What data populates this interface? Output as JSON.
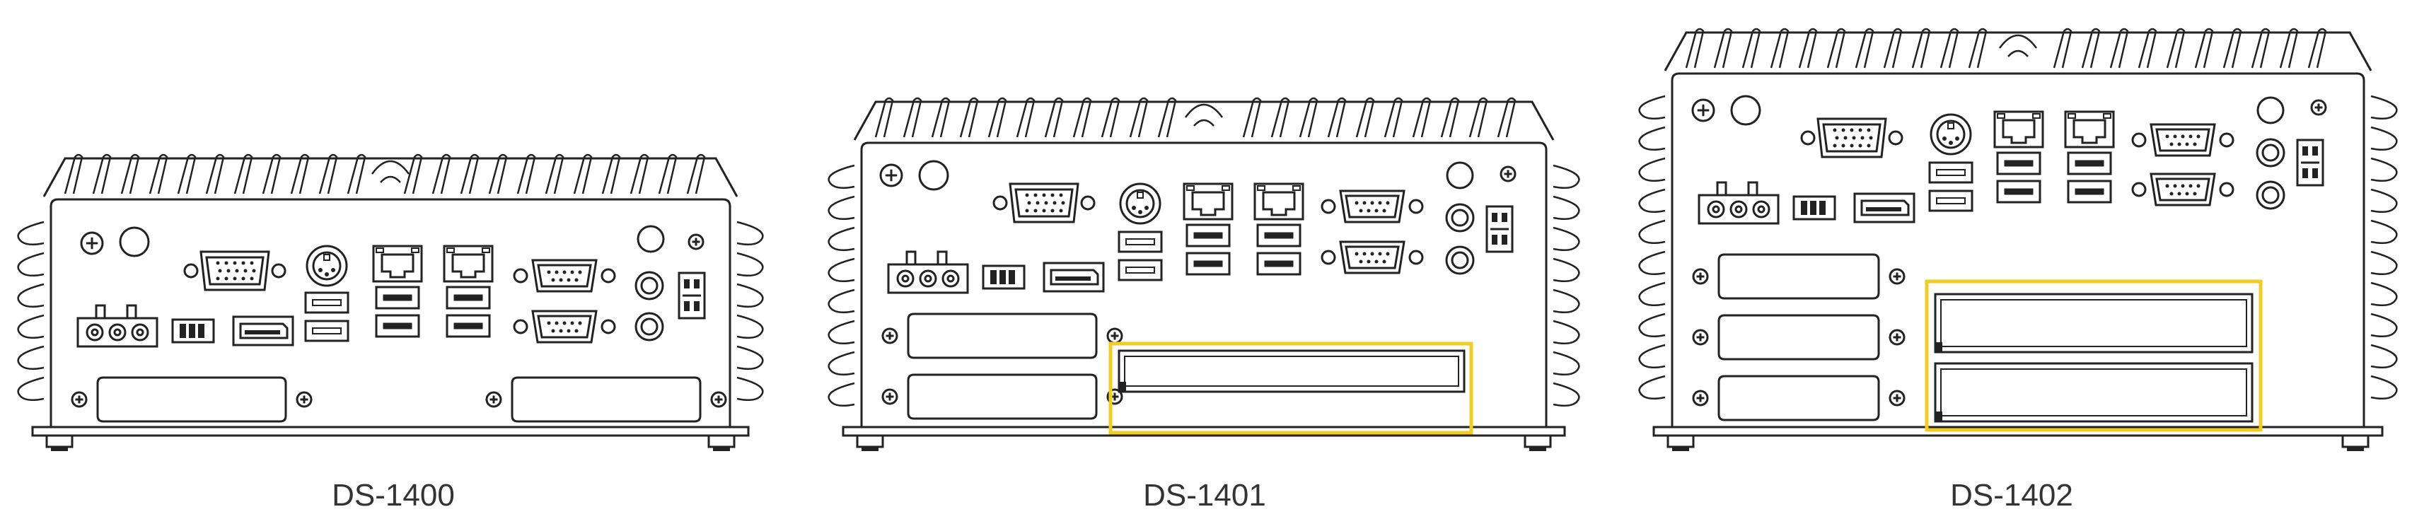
{
  "colors": {
    "line": "#222222",
    "highlight": "#f2cc1f",
    "label": "#333333"
  },
  "devices": [
    {
      "model": "DS-1400",
      "expansion_slots": 0
    },
    {
      "model": "DS-1401",
      "expansion_slots": 1
    },
    {
      "model": "DS-1402",
      "expansion_slots": 2
    }
  ]
}
